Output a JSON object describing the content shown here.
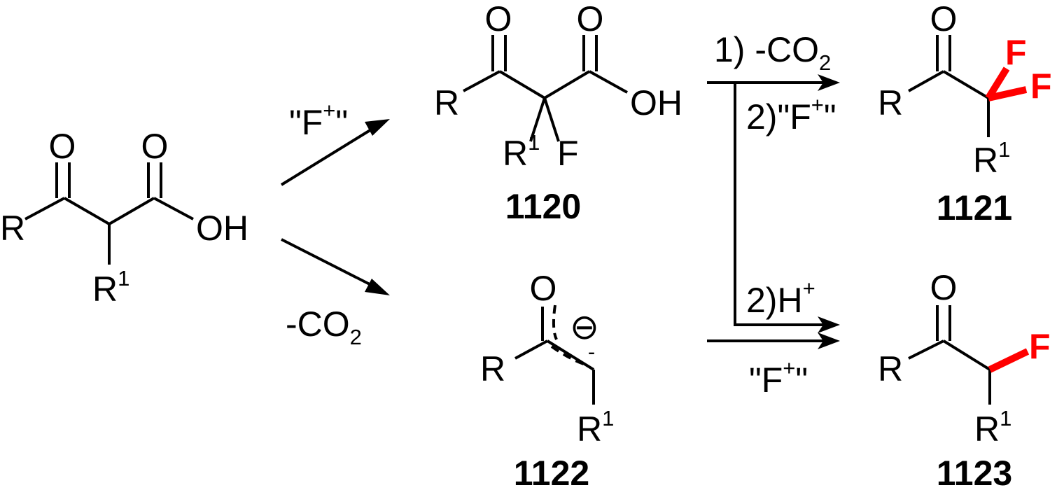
{
  "compounds": {
    "start": {
      "ketone_o": "O",
      "acid_o": "O",
      "r": "R",
      "oh": "OH",
      "r1_main": "R",
      "r1_sup": "1"
    },
    "c1120": {
      "ketone_o": "O",
      "acid_o": "O",
      "r": "R",
      "oh": "OH",
      "r1_main": "R",
      "r1_sup": "1",
      "f": "F",
      "label": "1120"
    },
    "c1121": {
      "ketone_o": "O",
      "r": "R",
      "f1": "F",
      "f2": "F",
      "r1_main": "R",
      "r1_sup": "1",
      "label": "1121"
    },
    "c1122": {
      "o": "O",
      "r": "R",
      "r1_main": "R",
      "r1_sup": "1",
      "minus": "-",
      "charge": "⊖",
      "label": "1122"
    },
    "c1123": {
      "ketone_o": "O",
      "r": "R",
      "f": "F",
      "r1_main": "R",
      "r1_sup": "1",
      "label": "1123"
    }
  },
  "reagents": {
    "fplus_top": {
      "pre": "\"F",
      "sup": "+",
      "post": "\""
    },
    "minus_co2_left": {
      "main": "-CO",
      "sub": "2"
    },
    "step1_co2": {
      "main": "1) -CO",
      "sub": "2"
    },
    "step2_fplus": {
      "pre": "2)\"F",
      "sup": "+",
      "post": "\""
    },
    "step2_hplus": {
      "main": "2)H",
      "sup": "+"
    },
    "fplus_bottom": {
      "pre": "\"F",
      "sup": "+",
      "post": "\""
    }
  },
  "colors": {
    "bond": "#000000",
    "fluorine_highlight": "#ff0000"
  }
}
